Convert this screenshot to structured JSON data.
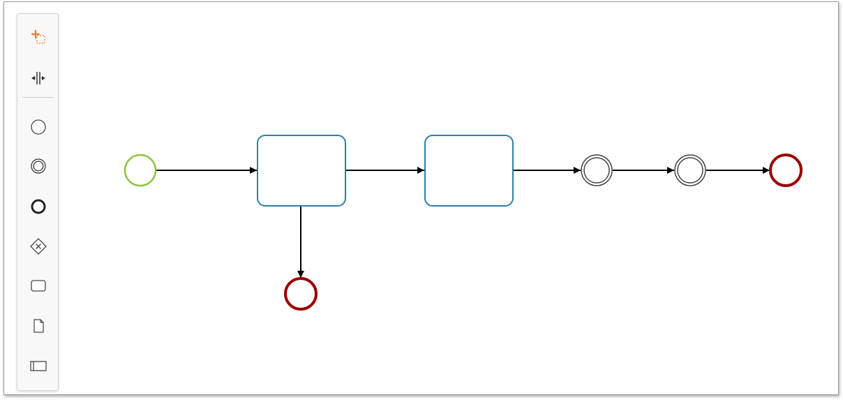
{
  "palette": {
    "tools": [
      {
        "name": "hand-tool",
        "icon": "lasso-select-icon"
      },
      {
        "name": "space-tool",
        "icon": "space-tool-icon"
      }
    ],
    "shapes": [
      {
        "name": "start-event",
        "icon": "start-event-icon"
      },
      {
        "name": "intermediate-event",
        "icon": "intermediate-event-icon"
      },
      {
        "name": "end-event",
        "icon": "end-event-icon"
      },
      {
        "name": "gateway",
        "icon": "gateway-icon"
      },
      {
        "name": "task",
        "icon": "task-icon"
      },
      {
        "name": "data-object",
        "icon": "data-object-icon"
      },
      {
        "name": "pool",
        "icon": "pool-icon"
      }
    ]
  },
  "diagram": {
    "colors": {
      "start_event": "#8dc63f",
      "task_stroke": "#2a7fa8",
      "end_event": "#990000",
      "intermediate": "#444444",
      "flow": "#000000",
      "tool_accent": "#f07a1e"
    }
  }
}
